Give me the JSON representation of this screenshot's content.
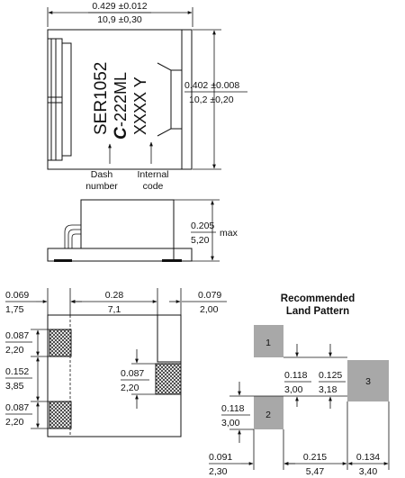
{
  "top_view": {
    "width_in": "0.429 ±0.012",
    "width_mm": "10,9 ±0,30",
    "height_in": "0.402 ±0.008",
    "height_mm": "10,2 ±0,20",
    "marking_line1": "SER1052",
    "marking_logo": "C",
    "marking_line2": "-222ML",
    "marking_line3": "XXXX Y",
    "dash_label_1": "Dash",
    "dash_label_2": "number",
    "internal_label_1": "Internal",
    "internal_label_2": "code"
  },
  "side_view": {
    "height_in": "0.205",
    "height_mm": "5,20",
    "max_label": "max"
  },
  "bottom_view": {
    "left_offset_in": "0.069",
    "left_offset_mm": "1,75",
    "span_in": "0.28",
    "span_mm": "7,1",
    "right_term_in": "0.079",
    "right_term_mm": "2,00",
    "pad1_h_in": "0.087",
    "pad1_h_mm": "2,20",
    "gap_in": "0.152",
    "gap_mm": "3,85",
    "pad2_h_in": "0.087",
    "pad2_h_mm": "2,20",
    "right_pad_h_in": "0.087",
    "right_pad_h_mm": "2,20"
  },
  "land_pattern": {
    "title_line1": "Recommended",
    "title_line2": "Land Pattern",
    "pad1_label": "1",
    "pad2_label": "2",
    "pad3_label": "3",
    "pad_w_in": "0.118",
    "pad_w_mm": "3,00",
    "gap_in": "0.125",
    "gap_mm": "3,18",
    "pad_h_in": "0.118",
    "pad_h_mm": "3,00",
    "left_in": "0.091",
    "left_mm": "2,30",
    "span_in": "0.215",
    "span_mm": "5,47",
    "pad3_w_in": "0.134",
    "pad3_w_mm": "3,40"
  }
}
